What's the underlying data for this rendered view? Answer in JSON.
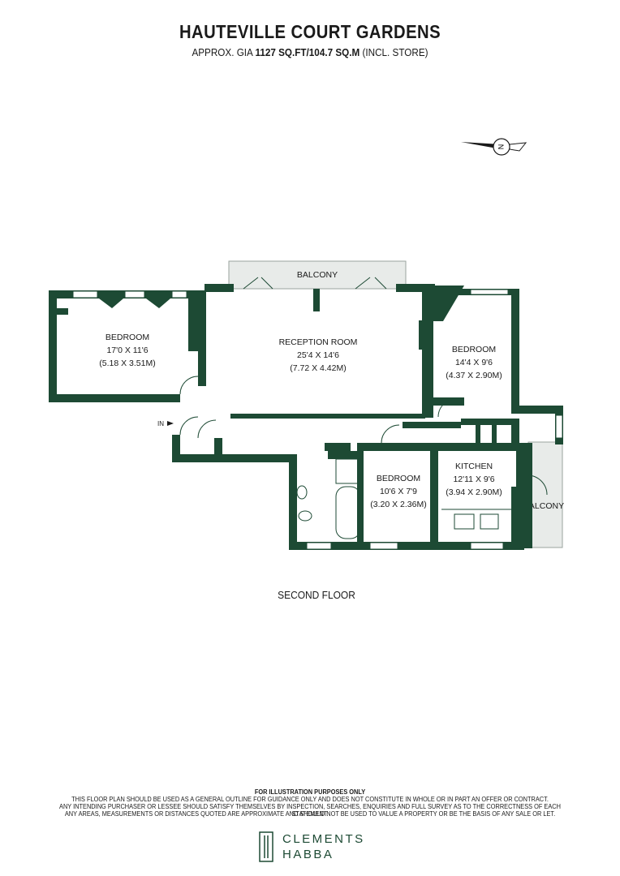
{
  "header": {
    "title": "HAUTEVILLE COURT GARDENS",
    "area_prefix": "APPROX. GIA ",
    "area_value": "1127 SQ.FT/104.7 SQ.M",
    "area_suffix": " (INCL. STORE)"
  },
  "compass": {
    "label": "N"
  },
  "plan": {
    "balcony_top": "BALCONY",
    "balcony_right": "BALCONY",
    "entrance": "IN",
    "rooms": {
      "bedroom1": {
        "name": "BEDROOM",
        "imperial": "17'0 X 11'6",
        "metric": "(5.18 X 3.51M)"
      },
      "reception": {
        "name": "RECEPTION ROOM",
        "imperial": "25'4 X 14'6",
        "metric": "(7.72 X 4.42M)"
      },
      "bedroom2": {
        "name": "BEDROOM",
        "imperial": "14'4 X 9'6",
        "metric": "(4.37 X 2.90M)"
      },
      "bedroom3": {
        "name": "BEDROOM",
        "imperial": "10'6 X 7'9",
        "metric": "(3.20 X 2.36M)"
      },
      "kitchen": {
        "name": "KITCHEN",
        "imperial": "12'11 X 9'6",
        "metric": "(3.94 X 2.90M)"
      }
    }
  },
  "floor_label": "SECOND FLOOR",
  "disclaimer": {
    "heading": "FOR ILLUSTRATION PURPOSES ONLY",
    "line1": "THIS FLOOR PLAN SHOULD BE USED AS A GENERAL OUTLINE FOR GUIDANCE ONLY AND DOES NOT CONSTITUTE IN WHOLE OR IN PART AN OFFER OR CONTRACT.",
    "line2": "ANY INTENDING PURCHASER OR LESSEE SHOULD SATISFY THEMSELVES BY INSPECTION, SEARCHES, ENQUIRIES AND FULL SURVEY AS TO THE CORRECTNESS OF EACH STATEMENT.",
    "line3": "ANY AREAS, MEASUREMENTS OR DISTANCES QUOTED ARE APPROXIMATE AND SHOULD NOT BE USED TO VALUE A PROPERTY OR BE THE BASIS OF ANY SALE OR LET."
  },
  "logo": {
    "line1": "CLEMENTS",
    "line2": "HABBA"
  },
  "colors": {
    "wall": "#1d4a34",
    "balcony_fill": "#e8ebe9",
    "text": "#1a1a1a"
  }
}
